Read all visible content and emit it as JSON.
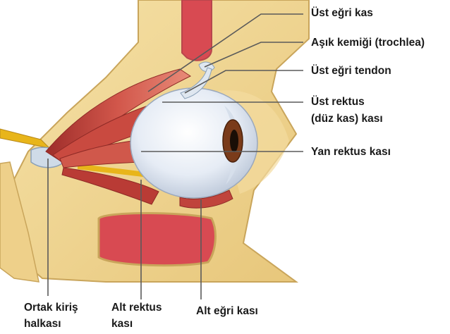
{
  "labels": {
    "ust_egri_kas": "Üst eğri kas",
    "asik_kemigi": "Aşık kemiği (trochlea)",
    "ust_egri_tendon": "Üst eğri tendon",
    "ust_rektus_line1": "Üst rektus",
    "ust_rektus_line2": "(düz kas) kası",
    "yan_rektus": "Yan rektus kası",
    "ortak_kiris_line1": "Ortak kiriş",
    "ortak_kiris_line2": "halkası",
    "alt_rektus_line1": "Alt rektus",
    "alt_rektus_line2": "kası",
    "alt_egri_kas": "Alt eğri kası"
  },
  "colors": {
    "bone": "#f0d692",
    "bone_dark": "#c9a55b",
    "muscle": "#c4443d",
    "muscle_light": "#e07a6a",
    "eye_white": "#e9eef6",
    "nerve": "#e8b51a",
    "sinus": "#d84a52",
    "leader": "#5a5a5a"
  }
}
